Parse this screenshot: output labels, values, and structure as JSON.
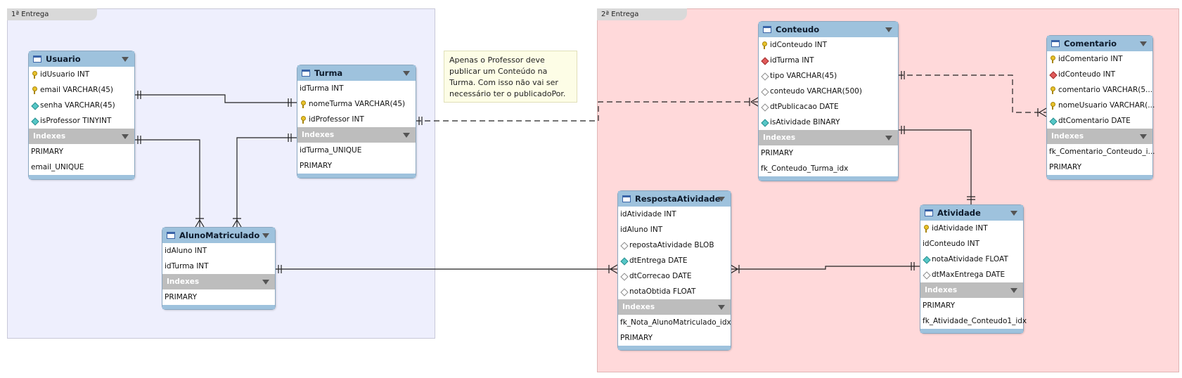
{
  "layers": [
    {
      "title": "1ª Entrega",
      "color": "#eeeffd"
    },
    {
      "title": "2ª Entrega",
      "color": "#ffd9da"
    }
  ],
  "note": "Apenas o Professor deve publicar um Conteúdo na Turma. Com isso não vai ser necessário ter o publicadoPor.",
  "indexes_label": "Indexes",
  "colors": {
    "header": "#9ec2dd",
    "indexes": "#bdbdbd",
    "pk": "#e8c22a",
    "fk": "#e05a5a",
    "not_null": "#56c7c7"
  },
  "tables": {
    "usuario": {
      "title": "Usuario",
      "columns": [
        {
          "icon": "pk-key-icon",
          "text": "idUsuario INT"
        },
        {
          "icon": "pk-key-icon",
          "text": "email VARCHAR(45)"
        },
        {
          "icon": "not-null-diamond-icon",
          "text": "senha VARCHAR(45)"
        },
        {
          "icon": "not-null-diamond-icon",
          "text": "isProfessor TINYINT"
        }
      ],
      "indexes": [
        "PRIMARY",
        "email_UNIQUE"
      ]
    },
    "turma": {
      "title": "Turma",
      "columns": [
        {
          "icon": "none",
          "text": "idTurma INT"
        },
        {
          "icon": "pk-key-icon",
          "text": "nomeTurma VARCHAR(45)"
        },
        {
          "icon": "pk-key-icon",
          "text": "idProfessor INT"
        }
      ],
      "indexes": [
        "idTurma_UNIQUE",
        "PRIMARY"
      ]
    },
    "alunomatriculado": {
      "title": "AlunoMatriculado",
      "columns": [
        {
          "icon": "none",
          "text": "idAluno INT"
        },
        {
          "icon": "none",
          "text": "idTurma INT"
        }
      ],
      "indexes": [
        "PRIMARY"
      ]
    },
    "conteudo": {
      "title": "Conteudo",
      "columns": [
        {
          "icon": "pk-key-icon",
          "text": "idConteudo INT"
        },
        {
          "icon": "fk-diamond-icon",
          "text": "idTurma INT"
        },
        {
          "icon": "column-diamond-icon",
          "text": "tipo VARCHAR(45)"
        },
        {
          "icon": "column-diamond-icon",
          "text": "conteudo VARCHAR(500)"
        },
        {
          "icon": "column-diamond-icon",
          "text": "dtPublicacao DATE"
        },
        {
          "icon": "not-null-diamond-icon",
          "text": "isAtividade BINARY"
        }
      ],
      "indexes": [
        "PRIMARY",
        "fk_Conteudo_Turma_idx"
      ]
    },
    "comentario": {
      "title": "Comentario",
      "columns": [
        {
          "icon": "pk-key-icon",
          "text": "idComentario INT"
        },
        {
          "icon": "fk-diamond-icon",
          "text": "idConteudo INT"
        },
        {
          "icon": "pk-key-icon",
          "text": "comentario VARCHAR(5..."
        },
        {
          "icon": "pk-key-icon",
          "text": "nomeUsuario VARCHAR(..."
        },
        {
          "icon": "not-null-diamond-icon",
          "text": "dtComentario DATE"
        }
      ],
      "indexes": [
        "fk_Comentario_Conteudo_i...",
        "PRIMARY"
      ]
    },
    "respostaatividade": {
      "title": "RespostaAtividade",
      "columns": [
        {
          "icon": "none",
          "text": "idAtividade INT"
        },
        {
          "icon": "none",
          "text": "idAluno INT"
        },
        {
          "icon": "column-diamond-icon",
          "text": "repostaAtividade BLOB"
        },
        {
          "icon": "not-null-diamond-icon",
          "text": "dtEntrega DATE"
        },
        {
          "icon": "column-diamond-icon",
          "text": "dtCorrecao DATE"
        },
        {
          "icon": "column-diamond-icon",
          "text": "notaObtida FLOAT"
        }
      ],
      "indexes": [
        "fk_Nota_AlunoMatriculado_idx",
        "PRIMARY"
      ]
    },
    "atividade": {
      "title": "Atividade",
      "columns": [
        {
          "icon": "pk-key-icon",
          "text": "idAtividade INT"
        },
        {
          "icon": "none",
          "text": "idConteudo INT"
        },
        {
          "icon": "not-null-diamond-icon",
          "text": "notaAtividade FLOAT"
        },
        {
          "icon": "column-diamond-icon",
          "text": "dtMaxEntrega DATE"
        }
      ],
      "indexes": [
        "PRIMARY",
        "fk_Atividade_Conteudo1_idx"
      ]
    }
  }
}
